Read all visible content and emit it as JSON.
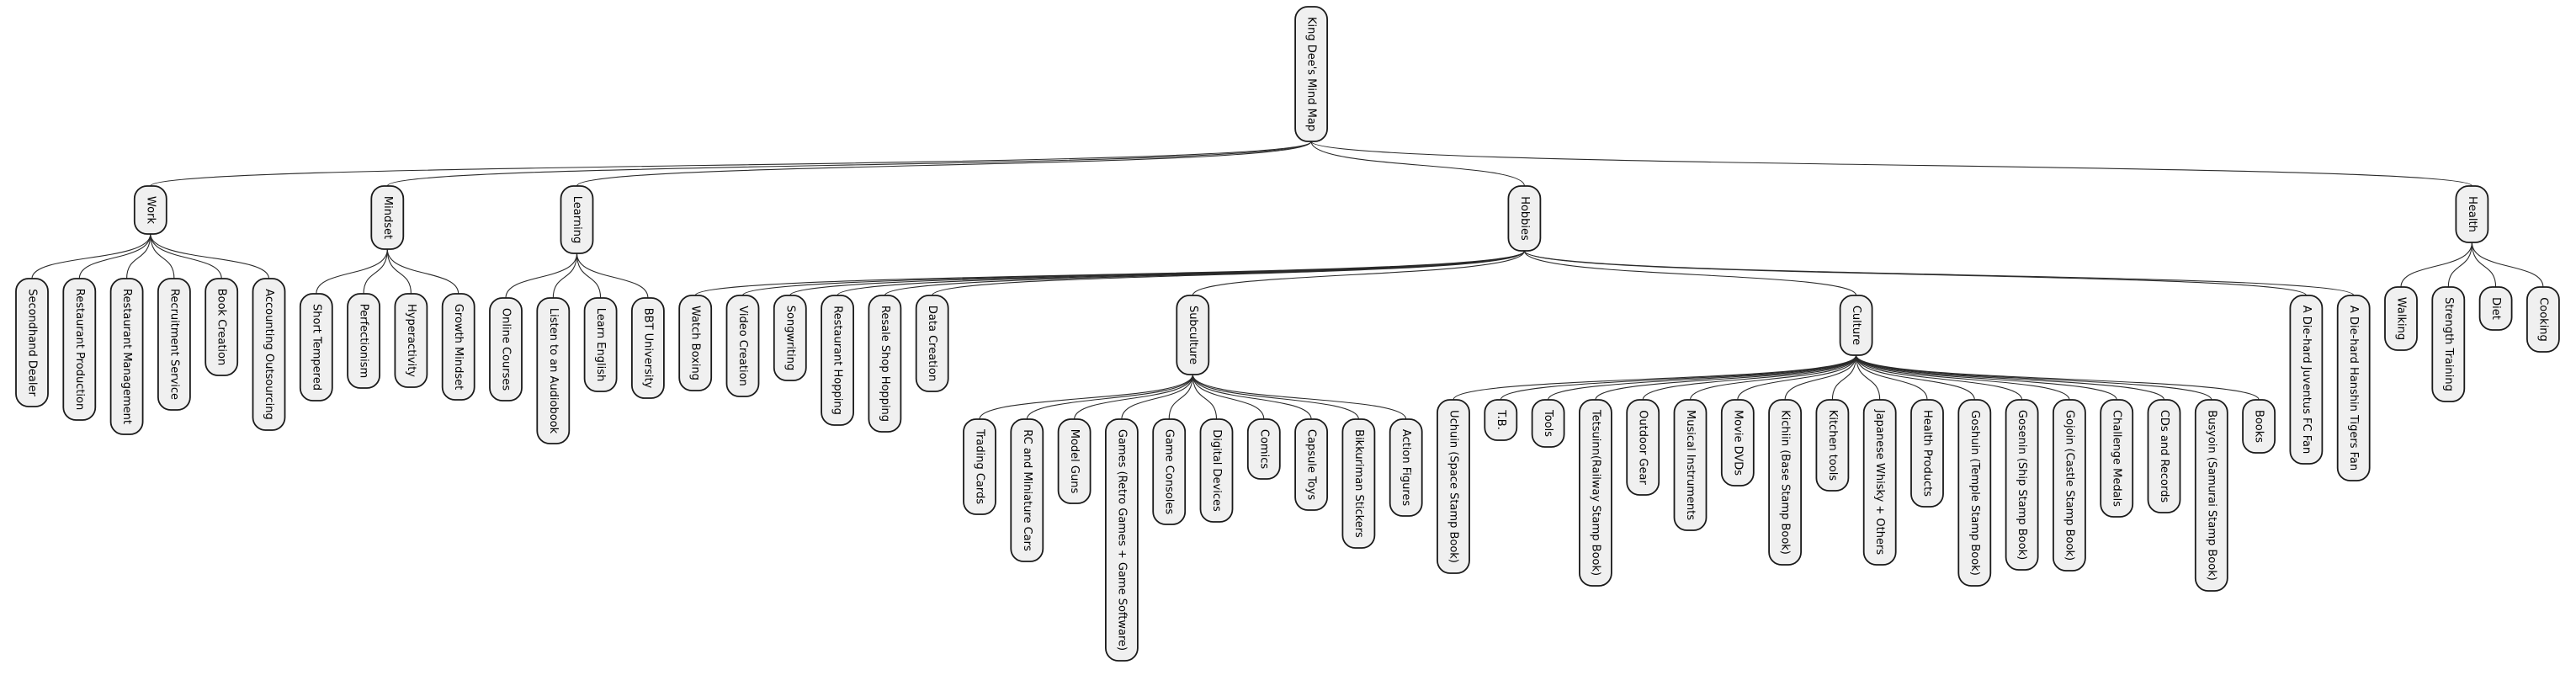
{
  "diagram": {
    "type": "mindmap",
    "style": {
      "background": "#ffffff",
      "node_fill": "#f0f0f0",
      "node_stroke": "#1a1a1a",
      "edge_color": "#2a2a2a",
      "text_color": "#000000"
    },
    "root": {
      "label": "King Dee's Mind Map",
      "children": [
        {
          "label": "Work",
          "children": [
            {
              "label": "Secondhand Dealer"
            },
            {
              "label": "Restaurant Production"
            },
            {
              "label": "Restaurant Management"
            },
            {
              "label": "Recruitment Service"
            },
            {
              "label": "Book Creation"
            },
            {
              "label": "Accounting Outsourcing"
            }
          ]
        },
        {
          "label": "Mindset",
          "children": [
            {
              "label": "Short Tempered"
            },
            {
              "label": "Perfectionism"
            },
            {
              "label": "Hyperactivity"
            },
            {
              "label": "Growth Mindset"
            }
          ]
        },
        {
          "label": "Learning",
          "children": [
            {
              "label": "Online Courses"
            },
            {
              "label": "Listen to an Audiobook"
            },
            {
              "label": "Learn English"
            },
            {
              "label": "BBT University"
            }
          ]
        },
        {
          "label": "Hobbies",
          "children": [
            {
              "label": "Watch Boxing"
            },
            {
              "label": "Video Creation"
            },
            {
              "label": "Songwriting"
            },
            {
              "label": "Restaurant Hopping"
            },
            {
              "label": "Resale Shop Hopping"
            },
            {
              "label": "Data Creation"
            },
            {
              "label": "Subculture",
              "children": [
                {
                  "label": "Trading Cards"
                },
                {
                  "label": "RC and Miniature Cars"
                },
                {
                  "label": "Model Guns"
                },
                {
                  "label": "Games (Retro Games + Game Software)"
                },
                {
                  "label": "Game Consoles"
                },
                {
                  "label": "Digital Devices"
                },
                {
                  "label": "Comics"
                },
                {
                  "label": "Capsule Toys"
                },
                {
                  "label": "Bikkuriman Stickers"
                },
                {
                  "label": "Action Figures"
                }
              ]
            },
            {
              "label": "Culture",
              "children": [
                {
                  "label": "Uchuin (Space Stamp Book)"
                },
                {
                  "label": "T.B."
                },
                {
                  "label": "Tools"
                },
                {
                  "label": "Tetsuinn(Railway Stamp Book)"
                },
                {
                  "label": "Outdoor Gear"
                },
                {
                  "label": "Musical Instruments"
                },
                {
                  "label": "Movie DVDs"
                },
                {
                  "label": "Kichiin (Base Stamp Book)"
                },
                {
                  "label": "Kitchen tools"
                },
                {
                  "label": "Japanese Whisky + Others"
                },
                {
                  "label": "Health Products"
                },
                {
                  "label": "Goshuin (Temple Stamp Book)"
                },
                {
                  "label": "Gosenin (Ship Stamp Book)"
                },
                {
                  "label": "Gojoin (Castle Stamp Book)"
                },
                {
                  "label": "Challenge Medals"
                },
                {
                  "label": "CDs and Records"
                },
                {
                  "label": "Busyoin (Samurai Stamp Book)"
                },
                {
                  "label": "Books"
                }
              ]
            },
            {
              "label": "A Die-hard Juventus FC Fan"
            },
            {
              "label": "A Die-hard Hanshin Tigers Fan"
            }
          ]
        },
        {
          "label": "Health",
          "children": [
            {
              "label": "Walking"
            },
            {
              "label": "Strength Training"
            },
            {
              "label": "Diet"
            },
            {
              "label": "Cooking"
            }
          ]
        }
      ]
    }
  }
}
